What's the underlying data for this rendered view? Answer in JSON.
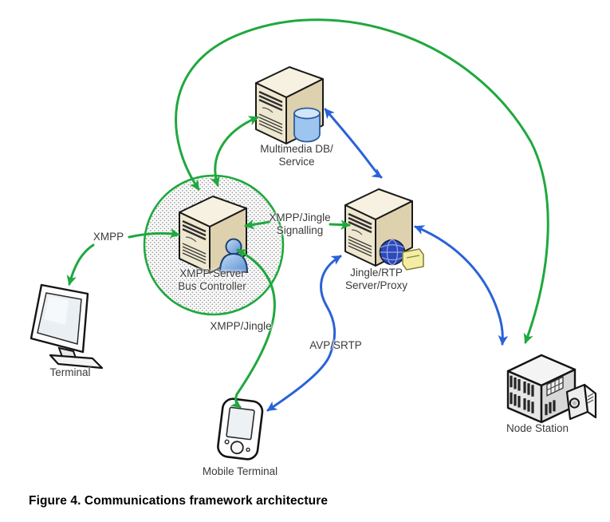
{
  "figure_caption": "Figure 4. Communications framework architecture",
  "nodes": {
    "multimedia_db": {
      "label": "Multimedia DB/\nService",
      "icon": "tower-server-with-database-icon"
    },
    "xmpp_server": {
      "label": "XMPP Server\nBus Controller",
      "icon": "tower-server-with-user-icon"
    },
    "jingle_rtp": {
      "label": "Jingle/RTP\nServer/Proxy",
      "icon": "tower-server-with-globe-icon"
    },
    "terminal": {
      "label": "Terminal",
      "icon": "desktop-monitor-icon"
    },
    "mobile_terminal": {
      "label": "Mobile Terminal",
      "icon": "pda-handheld-icon"
    },
    "node_station": {
      "label": "Node Station",
      "icon": "station-building-icon"
    }
  },
  "edge_labels": {
    "xmpp": "XMPP",
    "signalling": "XMPP/Jingle\nSignalling",
    "xmpp_jingle": "XMPP/Jingle",
    "avp_srtp": "AVP/SRTP"
  },
  "edges": [
    {
      "from": "terminal",
      "to": "xmpp_server",
      "label": "XMPP",
      "color": "green",
      "bidirectional": true
    },
    {
      "from": "xmpp_server",
      "to": "multimedia_db",
      "label": "",
      "color": "green",
      "bidirectional": true
    },
    {
      "from": "xmpp_server",
      "to": "node_station",
      "label": "",
      "color": "green",
      "bidirectional": true
    },
    {
      "from": "xmpp_server",
      "to": "jingle_rtp",
      "label": "XMPP/Jingle Signalling",
      "color": "green",
      "bidirectional": true
    },
    {
      "from": "xmpp_server",
      "to": "mobile_terminal",
      "label": "XMPP/Jingle",
      "color": "green",
      "bidirectional": true
    },
    {
      "from": "multimedia_db",
      "to": "jingle_rtp",
      "label": "",
      "color": "blue",
      "bidirectional": true
    },
    {
      "from": "mobile_terminal",
      "to": "jingle_rtp",
      "label": "AVP/SRTP",
      "color": "blue",
      "bidirectional": true
    },
    {
      "from": "jingle_rtp",
      "to": "node_station",
      "label": "",
      "color": "blue",
      "bidirectional": true
    }
  ],
  "colors": {
    "signalling_green": "#1fa83e",
    "media_blue": "#2a62d8"
  }
}
